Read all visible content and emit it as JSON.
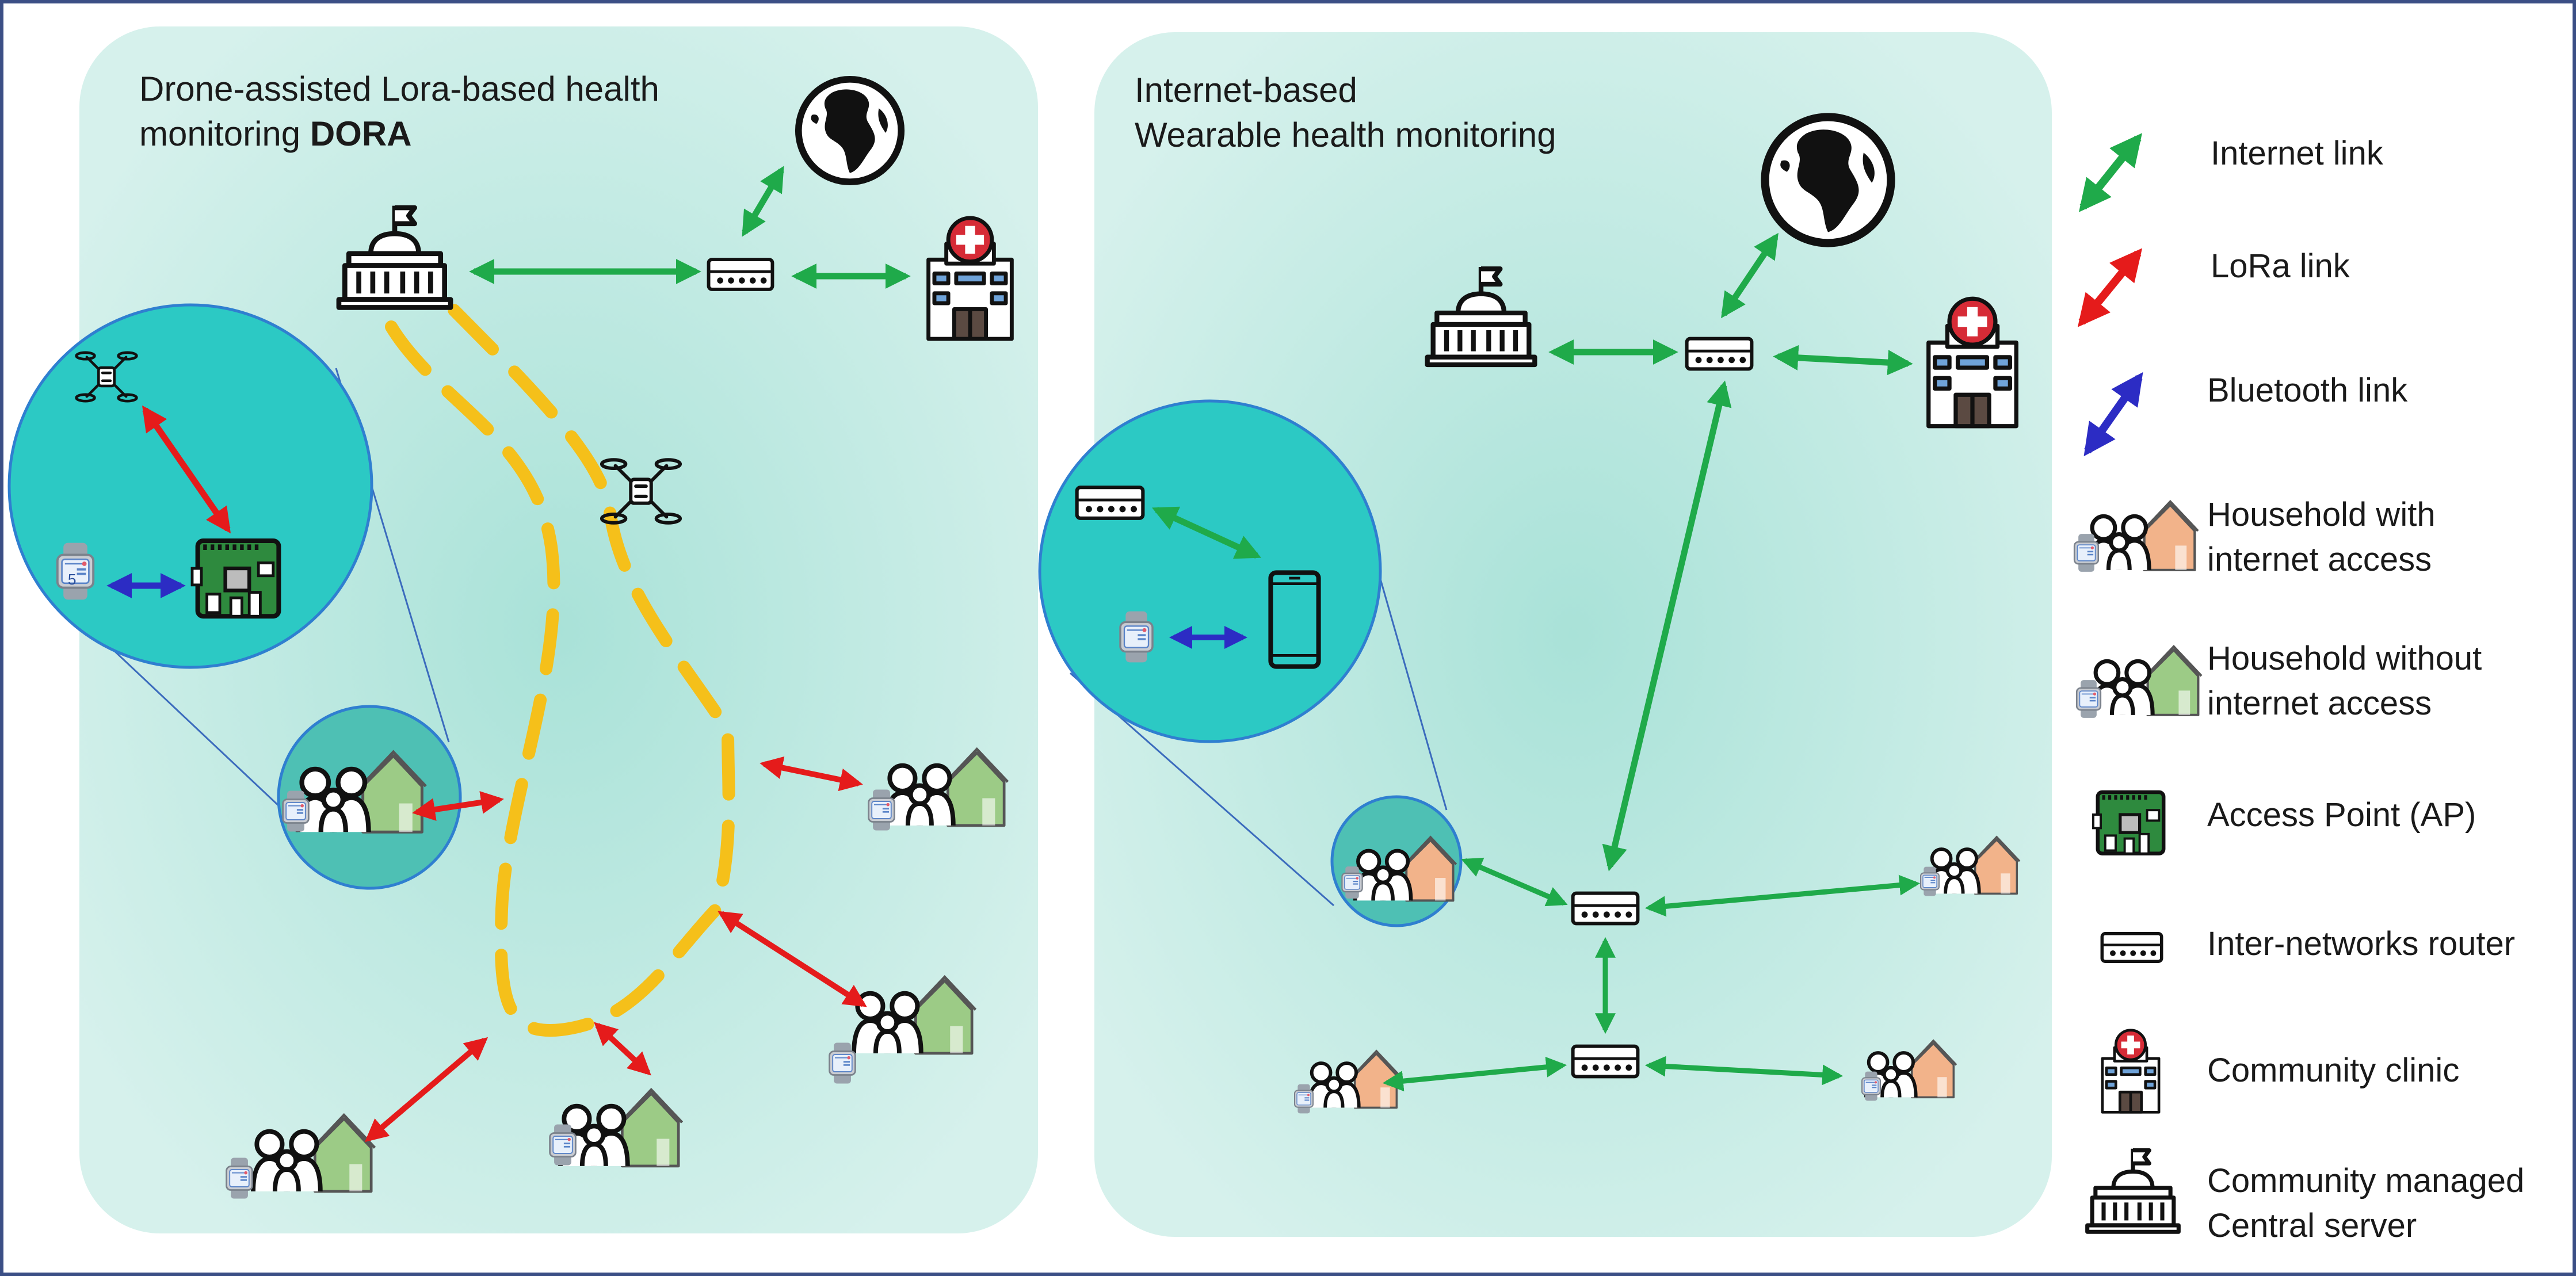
{
  "panels": {
    "left": {
      "title_line1": "Drone-assisted Lora-based health",
      "title_line2_prefix": "monitoring ",
      "title_line2_bold": "DORA"
    },
    "right": {
      "title_line1": "Internet-based",
      "title_line2": "Wearable health monitoring"
    }
  },
  "legend": {
    "internet_link": "Internet link",
    "lora_link": "LoRa link",
    "bluetooth_link": "Bluetooth link",
    "household_internet_line1": "Household with",
    "household_internet_line2": "internet access",
    "household_no_internet_line1": "Household without",
    "household_no_internet_line2": "internet access",
    "access_point": "Access Point (AP)",
    "router": "Inter-networks router",
    "clinic": "Community clinic",
    "server_line1": "Community managed",
    "server_line2": "Central server"
  },
  "watch_screen_digit": "5",
  "colors": {
    "internet_link": "#1faa4a",
    "lora_link": "#e51b1b",
    "bluetooth_link": "#2c2cc4",
    "drone_route": "#f5c01a",
    "panel_fill": "#bfe8e1",
    "zoom_circle": "#2cc9c4",
    "house_green": "#9ccb86",
    "house_orange": "#f2b38a",
    "clinic_cross": "#d62b36"
  }
}
